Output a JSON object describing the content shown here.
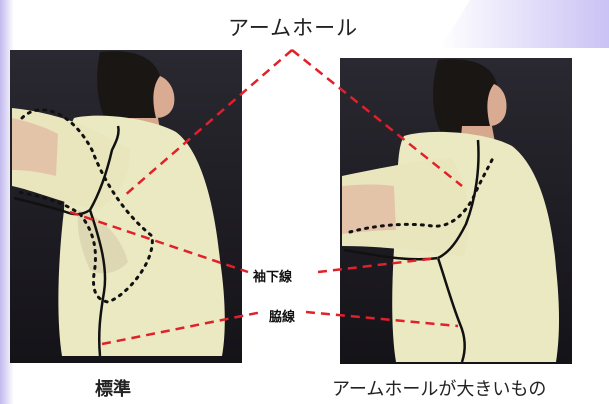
{
  "labels": {
    "armhole": "アームホール",
    "sleeve_underline": "袖下線",
    "side_seam": "脇線",
    "caption_standard": "標準",
    "caption_large": "アームホールが大きいもの"
  },
  "colors": {
    "leader": "#e0202a",
    "photo_bg": "#1f1d22",
    "garment": "#ecebc4",
    "skin": "#e2b8a0",
    "accent": "#a89ae8"
  }
}
